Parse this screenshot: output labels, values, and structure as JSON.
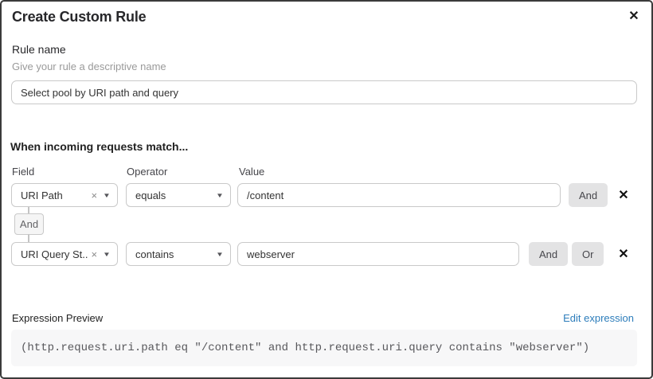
{
  "dialog": {
    "title": "Create Custom Rule"
  },
  "icons": {
    "close": "✕",
    "clear": "×",
    "chevron_down": "▼",
    "remove": "✕"
  },
  "rule_name": {
    "label": "Rule name",
    "hint": "Give your rule a descriptive name",
    "value": "Select pool by URI path and query"
  },
  "matcher": {
    "heading": "When incoming requests match...",
    "columns": {
      "field": "Field",
      "operator": "Operator",
      "value": "Value"
    },
    "connector_label": "And",
    "rows": [
      {
        "field": "URI Path",
        "operator": "equals",
        "value": "/content",
        "and_label": "And"
      },
      {
        "field": "URI Query St...",
        "operator": "contains",
        "value": "webserver",
        "and_label": "And",
        "or_label": "Or"
      }
    ]
  },
  "expression": {
    "label": "Expression Preview",
    "edit_link": "Edit expression",
    "preview": "(http.request.uri.path eq \"/content\" and http.request.uri.query contains \"webserver\")"
  },
  "colors": {
    "link_blue": "#2d7dbb",
    "connector_button_bg": "#e3e3e4",
    "expression_bg": "#f7f7f8",
    "input_border": "#c9c9c9",
    "dialog_border": "#3a3a3a"
  }
}
